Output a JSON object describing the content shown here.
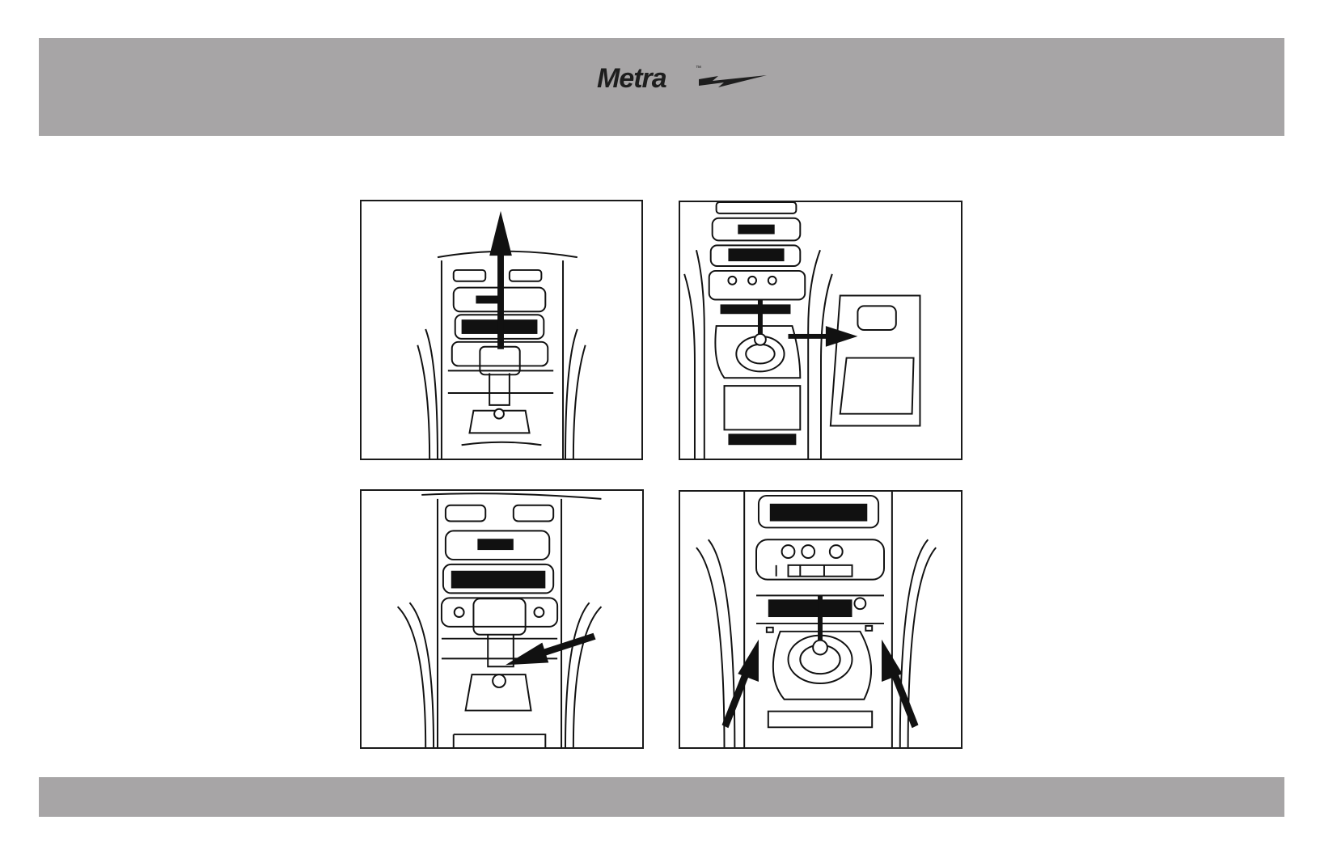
{
  "header": {
    "logo_text": "Metra",
    "trademark": "™",
    "band_color": "#a7a5a6"
  },
  "figures": [
    {
      "id": "step-1",
      "arrow": "up"
    },
    {
      "id": "step-2",
      "arrow": "right"
    },
    {
      "id": "step-3",
      "arrow": "diagonal-left"
    },
    {
      "id": "step-4",
      "arrow": "pair-inward"
    }
  ],
  "footer": {
    "band_color": "#a7a5a6"
  }
}
